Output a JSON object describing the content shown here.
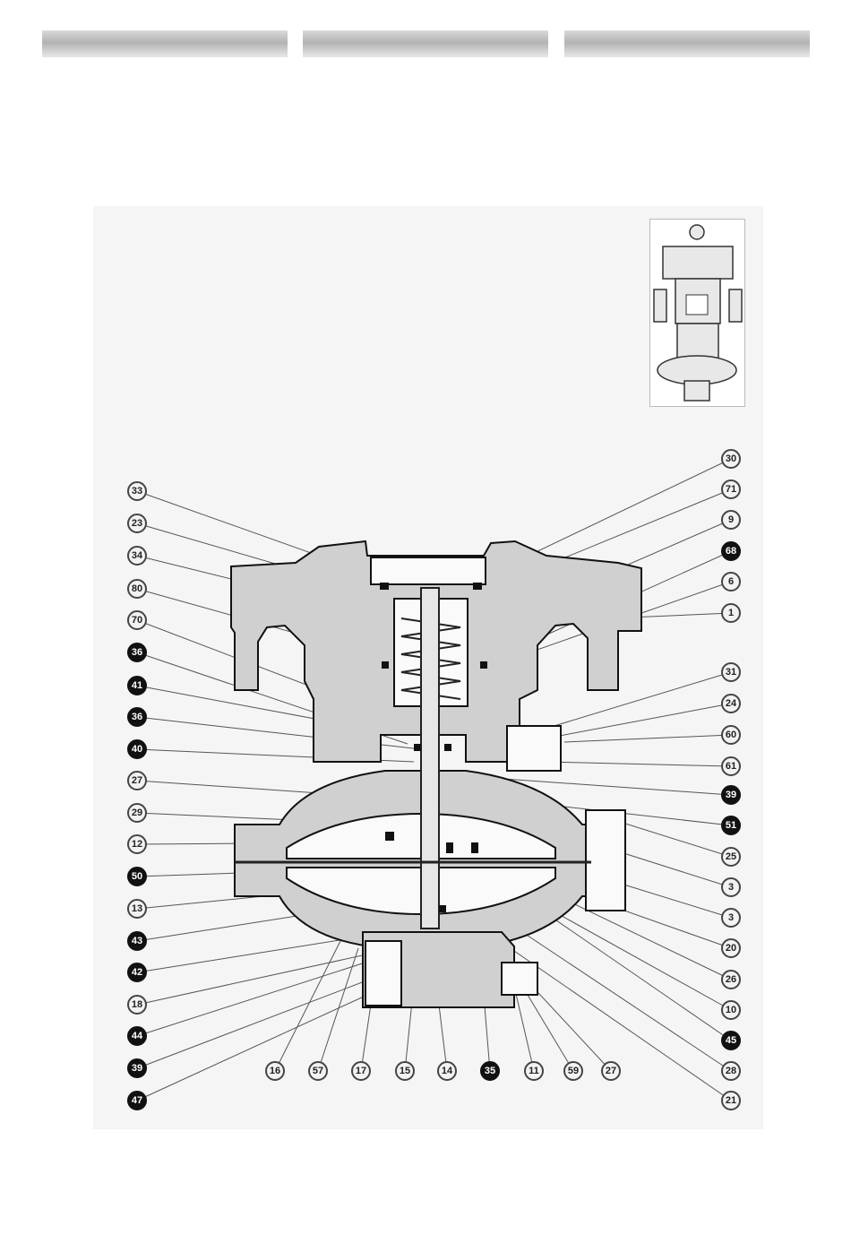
{
  "header_bars": [
    "",
    "",
    ""
  ],
  "callouts": [
    {
      "id": "c-33",
      "label": "33",
      "filled": false
    },
    {
      "id": "c-23",
      "label": "23",
      "filled": false
    },
    {
      "id": "c-34",
      "label": "34",
      "filled": false
    },
    {
      "id": "c-80",
      "label": "80",
      "filled": false
    },
    {
      "id": "c-70",
      "label": "70",
      "filled": false
    },
    {
      "id": "c-36a",
      "label": "36",
      "filled": true
    },
    {
      "id": "c-41",
      "label": "41",
      "filled": true
    },
    {
      "id": "c-36b",
      "label": "36",
      "filled": true
    },
    {
      "id": "c-40",
      "label": "40",
      "filled": true
    },
    {
      "id": "c-27a",
      "label": "27",
      "filled": false
    },
    {
      "id": "c-29",
      "label": "29",
      "filled": false
    },
    {
      "id": "c-12",
      "label": "12",
      "filled": false
    },
    {
      "id": "c-50",
      "label": "50",
      "filled": true
    },
    {
      "id": "c-13",
      "label": "13",
      "filled": false
    },
    {
      "id": "c-43",
      "label": "43",
      "filled": true
    },
    {
      "id": "c-42",
      "label": "42",
      "filled": true
    },
    {
      "id": "c-18",
      "label": "18",
      "filled": false
    },
    {
      "id": "c-44",
      "label": "44",
      "filled": true
    },
    {
      "id": "c-39a",
      "label": "39",
      "filled": true
    },
    {
      "id": "c-47",
      "label": "47",
      "filled": true
    },
    {
      "id": "c-30",
      "label": "30",
      "filled": false
    },
    {
      "id": "c-71",
      "label": "71",
      "filled": false
    },
    {
      "id": "c-9",
      "label": "9",
      "filled": false
    },
    {
      "id": "c-68",
      "label": "68",
      "filled": true
    },
    {
      "id": "c-6",
      "label": "6",
      "filled": false
    },
    {
      "id": "c-1",
      "label": "1",
      "filled": false
    },
    {
      "id": "c-31",
      "label": "31",
      "filled": false
    },
    {
      "id": "c-24",
      "label": "24",
      "filled": false
    },
    {
      "id": "c-60",
      "label": "60",
      "filled": false
    },
    {
      "id": "c-61",
      "label": "61",
      "filled": false
    },
    {
      "id": "c-39b",
      "label": "39",
      "filled": true
    },
    {
      "id": "c-51",
      "label": "51",
      "filled": true
    },
    {
      "id": "c-25",
      "label": "25",
      "filled": false
    },
    {
      "id": "c-3a",
      "label": "3",
      "filled": false
    },
    {
      "id": "c-3b",
      "label": "3",
      "filled": false
    },
    {
      "id": "c-20",
      "label": "20",
      "filled": false
    },
    {
      "id": "c-26",
      "label": "26",
      "filled": false
    },
    {
      "id": "c-10",
      "label": "10",
      "filled": false
    },
    {
      "id": "c-45",
      "label": "45",
      "filled": true
    },
    {
      "id": "c-28",
      "label": "28",
      "filled": false
    },
    {
      "id": "c-21",
      "label": "21",
      "filled": false
    },
    {
      "id": "c-16",
      "label": "16",
      "filled": false
    },
    {
      "id": "c-57",
      "label": "57",
      "filled": false
    },
    {
      "id": "c-17",
      "label": "17",
      "filled": false
    },
    {
      "id": "c-15",
      "label": "15",
      "filled": false
    },
    {
      "id": "c-14",
      "label": "14",
      "filled": false
    },
    {
      "id": "c-35",
      "label": "35",
      "filled": true
    },
    {
      "id": "c-11",
      "label": "11",
      "filled": false
    },
    {
      "id": "c-59",
      "label": "59",
      "filled": false
    },
    {
      "id": "c-27b",
      "label": "27",
      "filled": false
    }
  ]
}
